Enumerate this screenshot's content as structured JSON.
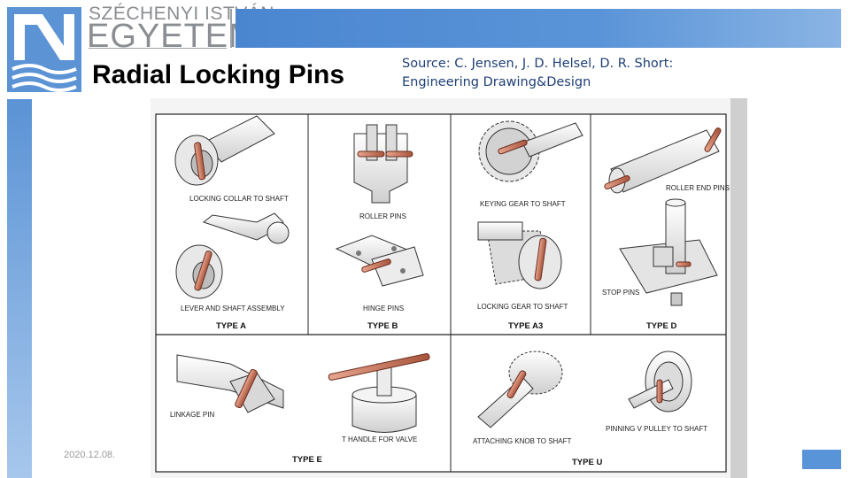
{
  "header": {
    "university_line1": "SZÉCHENYI ISTVÁN",
    "university_line2": "EGYETEM",
    "title": "Radial Locking Pins",
    "source_line1": "Source: C. Jensen, J. D. Helsel, D. R. Short:",
    "source_line2": "Engineering Drawing&Design"
  },
  "figure": {
    "labels": {
      "locking_collar": "LOCKING COLLAR TO SHAFT",
      "roller_pins": "ROLLER PINS",
      "keying_gear": "KEYING GEAR TO SHAFT",
      "roller_end_pins": "ROLLER END PINS",
      "lever_shaft": "LEVER AND SHAFT ASSEMBLY",
      "hinge_pins": "HINGE PINS",
      "locking_gear": "LOCKING GEAR TO SHAFT",
      "stop_pins": "STOP PINS",
      "linkage_pin": "LINKAGE PIN",
      "t_handle": "T HANDLE FOR VALVE",
      "attaching_knob": "ATTACHING KNOB TO SHAFT",
      "pinning_pulley": "PINNING V PULLEY TO SHAFT"
    },
    "types": {
      "a": "TYPE A",
      "b": "TYPE B",
      "a3": "TYPE A3",
      "d": "TYPE D",
      "e": "TYPE E",
      "u": "TYPE U"
    }
  },
  "footer": {
    "date": "2020.12.08."
  },
  "colors": {
    "accent_blue": "#4a86d0",
    "pin_copper": "#c0705a",
    "text_navy": "#1f3f74"
  }
}
